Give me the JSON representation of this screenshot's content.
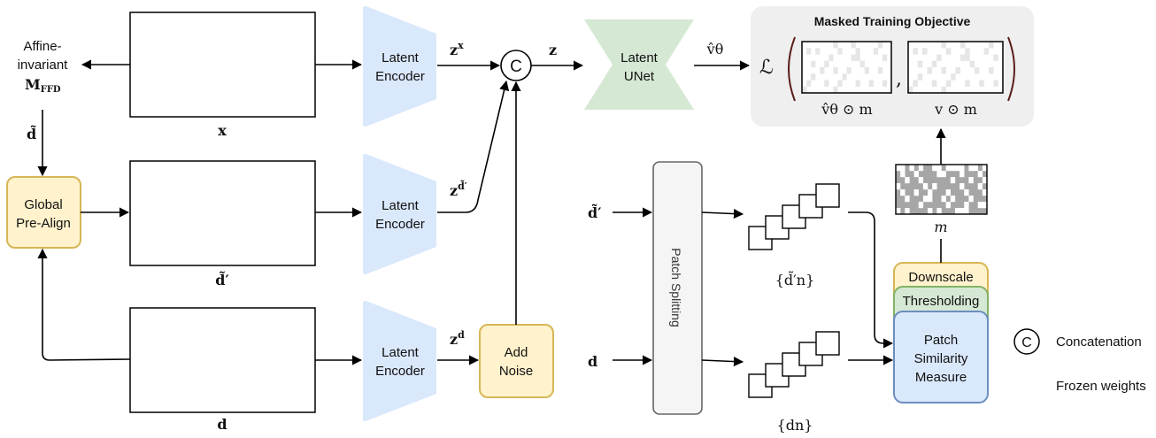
{
  "title": "Masked Training Objective",
  "left_output_label": [
    "Affine-",
    "invariant"
  ],
  "m_ffd": "M",
  "m_ffd_sub": "FFD",
  "d_tilde": "d̃",
  "global_prealign": [
    "Global",
    "Pre-Align"
  ],
  "image_labels": {
    "x": "x",
    "d_tilde_prime": "d̃′",
    "d": "d"
  },
  "encoder_label": [
    "Latent",
    "Encoder"
  ],
  "latents": {
    "zx_base": "z",
    "zx_sup": "x",
    "zd1_base": "z",
    "zd1_sup": "d̃′",
    "zd_base": "z",
    "zd_sup": "d",
    "z": "z"
  },
  "concat_symbol": "C",
  "add_noise": [
    "Add",
    "Noise"
  ],
  "unet": [
    "Latent",
    "UNet"
  ],
  "v_hat": "v̂θ",
  "loss_symbol": "ℒ",
  "comma": ",",
  "loss_terms": [
    "v̂θ ⊙ m",
    "v ⊙ m"
  ],
  "patch_splitting": "Patch Splitting",
  "inputs": [
    "d̃′",
    "d"
  ],
  "patch_sets": [
    "{d̃′n}",
    "{dn}"
  ],
  "mask_label": "m",
  "downscale": "Downscale",
  "thresholding": "Thresholding",
  "patch_similarity": [
    "Patch",
    "Similarity",
    "Measure"
  ],
  "legend": {
    "concat_symbol": "C",
    "concat_label": "Concatenation",
    "frozen_label": "Frozen weights"
  },
  "colors": {
    "encoder": "#dae8fc",
    "unet": "#d5e8d4",
    "yellow_fill": "#fff2cc",
    "yellow_stroke": "#d6b656",
    "green_fill": "#d5e8d4",
    "green_stroke": "#82b366",
    "blue_fill": "#dae8fc",
    "blue_stroke": "#6c8ebf",
    "panel": "#efefef",
    "bracket": "#5a1a1a",
    "patch_box": "#f5f5f5"
  },
  "mask_grid": [
    [
      1,
      1,
      0,
      1,
      0,
      1,
      0,
      0,
      1,
      1,
      0,
      1,
      1,
      1,
      1,
      0,
      1,
      1,
      0,
      1
    ],
    [
      0,
      1,
      0,
      0,
      1,
      0,
      0,
      0,
      0,
      1,
      1,
      0,
      0,
      0,
      1,
      0,
      0,
      0,
      1,
      0
    ],
    [
      0,
      0,
      1,
      0,
      0,
      1,
      0,
      0,
      0,
      0,
      0,
      0,
      1,
      0,
      0,
      0,
      1,
      0,
      0,
      1
    ],
    [
      1,
      0,
      0,
      0,
      0,
      0,
      1,
      0,
      1,
      0,
      0,
      0,
      0,
      0,
      1,
      0,
      0,
      0,
      1,
      0
    ],
    [
      0,
      1,
      0,
      0,
      1,
      0,
      0,
      1,
      0,
      0,
      0,
      1,
      0,
      0,
      0,
      1,
      0,
      0,
      0,
      1
    ],
    [
      0,
      0,
      1,
      0,
      0,
      0,
      1,
      1,
      0,
      0,
      1,
      0,
      1,
      0,
      0,
      0,
      1,
      0,
      0,
      0
    ],
    [
      0,
      0,
      0,
      0,
      0,
      1,
      0,
      0,
      0,
      0,
      0,
      1,
      0,
      0,
      0,
      1,
      0,
      0,
      1,
      1
    ],
    [
      1,
      0,
      1,
      0,
      0,
      0,
      0,
      1,
      0,
      1,
      0,
      0,
      0,
      1,
      1,
      1,
      0,
      0,
      0,
      0
    ]
  ],
  "loss_grid": [
    [
      0,
      0,
      0,
      0,
      0,
      0,
      0,
      1,
      0,
      0,
      0,
      1,
      0,
      0,
      0,
      0,
      0,
      1,
      0,
      0
    ],
    [
      0,
      1,
      0,
      1,
      0,
      0,
      0,
      0,
      1,
      0,
      0,
      0,
      1,
      0,
      0,
      0,
      1,
      0,
      0,
      0
    ],
    [
      0,
      0,
      0,
      0,
      0,
      0,
      1,
      0,
      0,
      0,
      0,
      1,
      1,
      0,
      0,
      0,
      0,
      0,
      1,
      0
    ],
    [
      0,
      0,
      1,
      0,
      0,
      1,
      0,
      0,
      0,
      0,
      0,
      0,
      0,
      1,
      0,
      0,
      0,
      0,
      0,
      0
    ],
    [
      0,
      0,
      0,
      0,
      1,
      0,
      0,
      1,
      0,
      0,
      1,
      0,
      0,
      0,
      1,
      0,
      0,
      1,
      0,
      0
    ],
    [
      0,
      0,
      1,
      0,
      0,
      0,
      0,
      0,
      0,
      1,
      0,
      0,
      0,
      0,
      0,
      0,
      0,
      0,
      0,
      0
    ],
    [
      0,
      1,
      0,
      0,
      0,
      1,
      0,
      0,
      1,
      0,
      0,
      0,
      1,
      0,
      0,
      1,
      0,
      0,
      1,
      0
    ],
    [
      1,
      0,
      0,
      0,
      0,
      0,
      0,
      1,
      0,
      0,
      0,
      0,
      0,
      0,
      0,
      0,
      0,
      0,
      0,
      0
    ]
  ]
}
